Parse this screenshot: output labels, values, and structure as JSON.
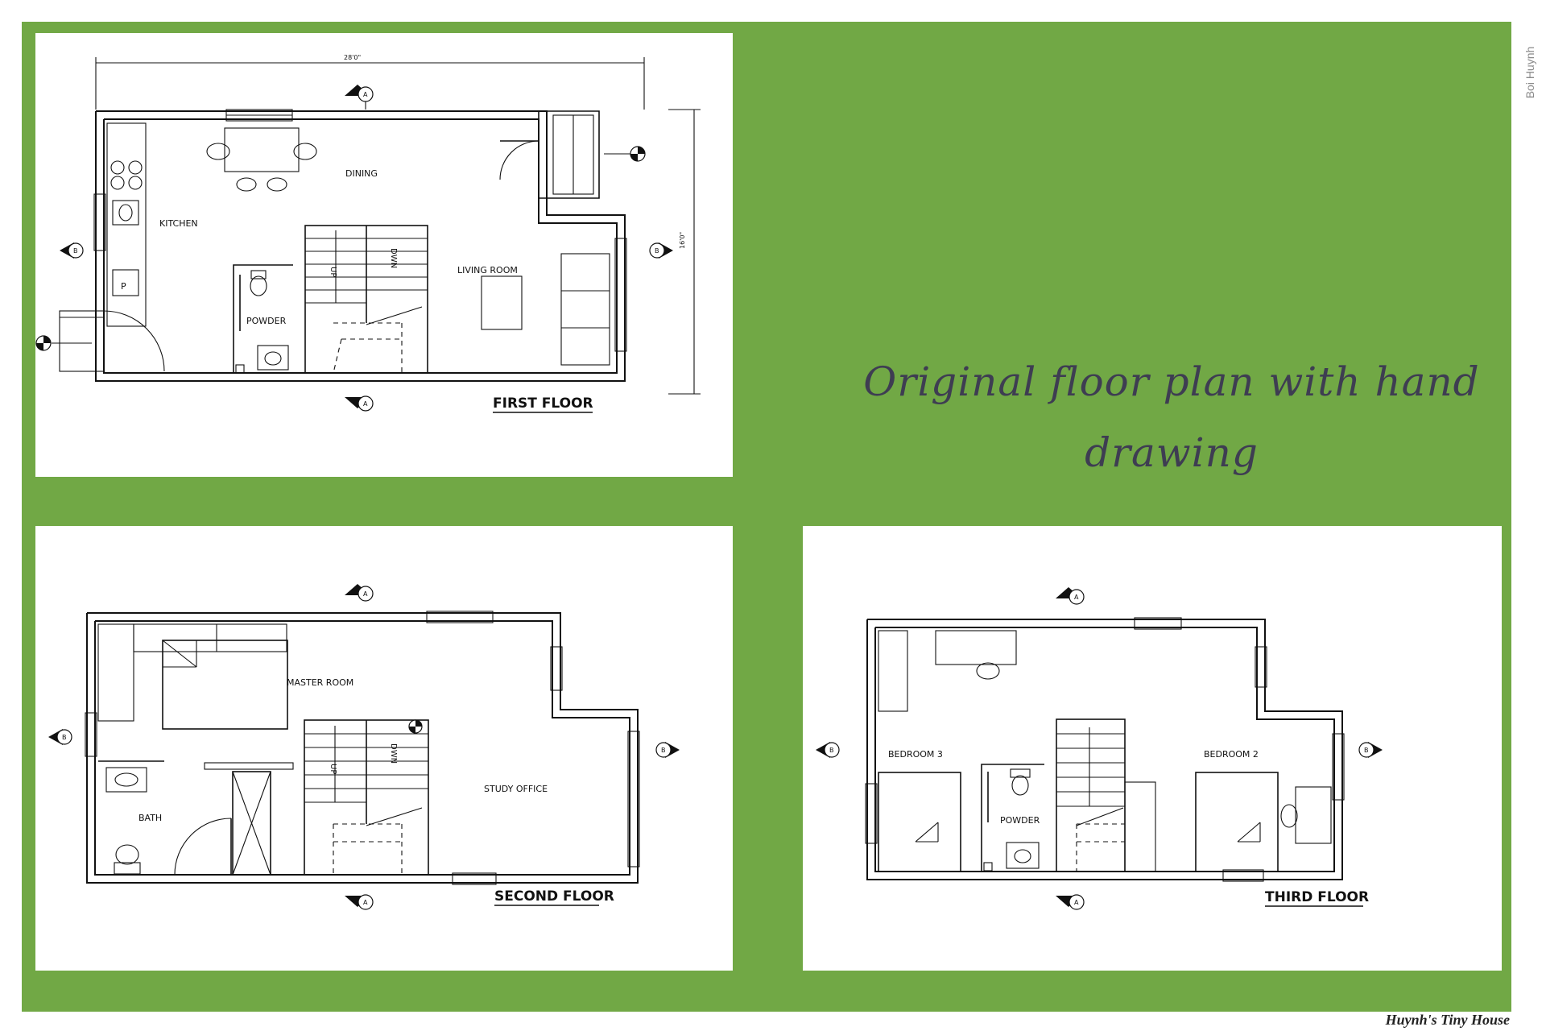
{
  "caption": "Original floor plan with hand drawing",
  "credit": "Boi Huynh",
  "footer": "Huynh's Tiny House",
  "colors": {
    "background": "#71a845",
    "caption": "#3e3d52",
    "paper": "#ffffff",
    "ink": "#111111"
  },
  "first_floor": {
    "title": "FIRST FLOOR",
    "dimension_width": "28'0\"",
    "dimension_depth": "16'0\"",
    "rooms": {
      "dining": "DINING",
      "kitchen": "KITCHEN",
      "living": "LIVING ROOM",
      "powder": "POWDER"
    },
    "stair_up": "UP",
    "stair_down": "DWN",
    "marker_a": "A",
    "marker_b": "B"
  },
  "second_floor": {
    "title": "SECOND FLOOR",
    "rooms": {
      "master": "MASTER ROOM",
      "bath": "BATH",
      "study": "STUDY OFFICE"
    },
    "stair_up": "UP",
    "stair_down": "DWN",
    "marker_a": "A",
    "marker_b": "B"
  },
  "third_floor": {
    "title": "THIRD FLOOR",
    "rooms": {
      "bedroom3": "BEDROOM 3",
      "bedroom2": "BEDROOM 2",
      "powder": "POWDER"
    },
    "marker_a": "A",
    "marker_b": "B"
  }
}
